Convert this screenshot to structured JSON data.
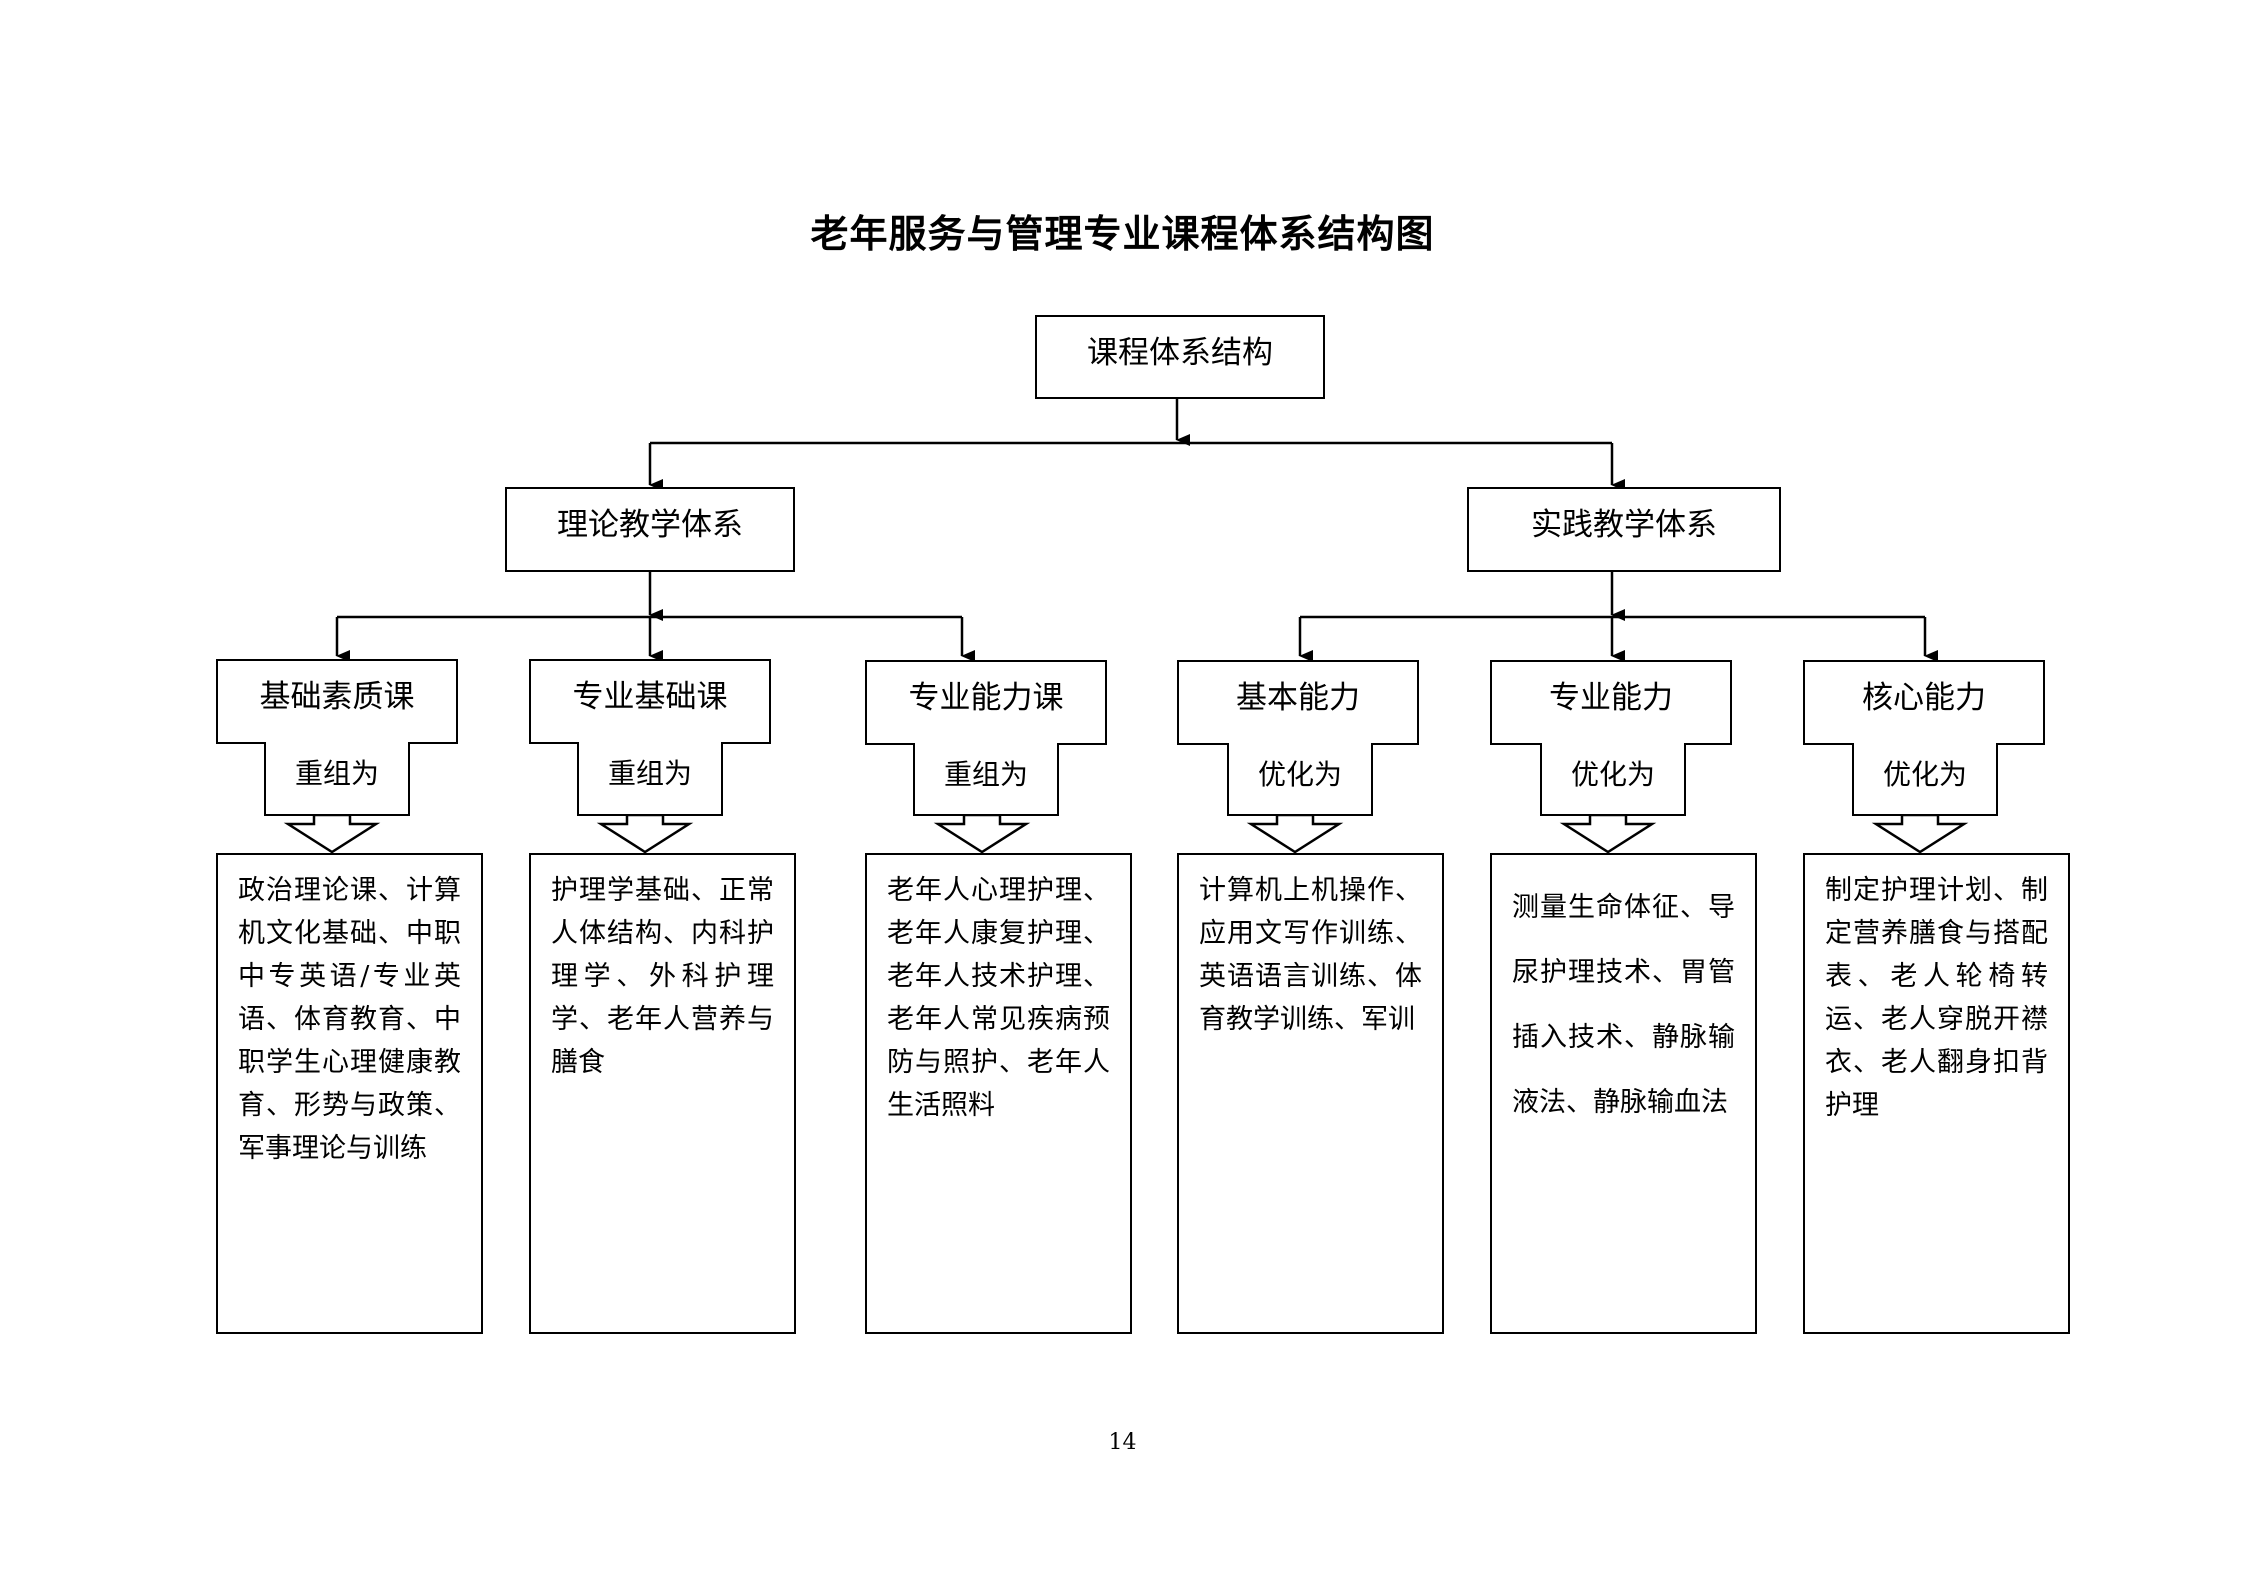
{
  "title": "老年服务与管理专业课程体系结构图",
  "root": "课程体系结构",
  "branches": [
    {
      "label": "理论教学体系",
      "categories": [
        {
          "label": "基础素质课",
          "tag": "重组为",
          "content": "政治理论课、计算机文化基础、中职中专英语/专业英语、体育教育、中职学生心理健康教育、形势与政策、军事理论与训练"
        },
        {
          "label": "专业基础课",
          "tag": "重组为",
          "content": "护理学基础、正常人体结构、内科护理学、外科护理学、老年人营养与膳食"
        },
        {
          "label": "专业能力课",
          "tag": "重组为",
          "content": "老年人心理护理、老年人康复护理、老年人技术护理、老年人常见疾病预防与照护、老年人生活照料"
        }
      ]
    },
    {
      "label": "实践教学体系",
      "categories": [
        {
          "label": "基本能力",
          "tag": "优化为",
          "content": "计算机上机操作、应用文写作训练、英语语言训练、体育教学训练、军训"
        },
        {
          "label": "专业能力",
          "tag": "优化为",
          "content": "测量生命体征、导尿护理技术、胃管插入技术、静脉输液法、静脉输血法"
        },
        {
          "label": "核心能力",
          "tag": "优化为",
          "content": "制定护理计划、制定营养膳食与搭配表、老人轮椅转运、老人穿脱开襟衣、老人翻身扣背护理"
        }
      ]
    }
  ],
  "page_number": "14"
}
